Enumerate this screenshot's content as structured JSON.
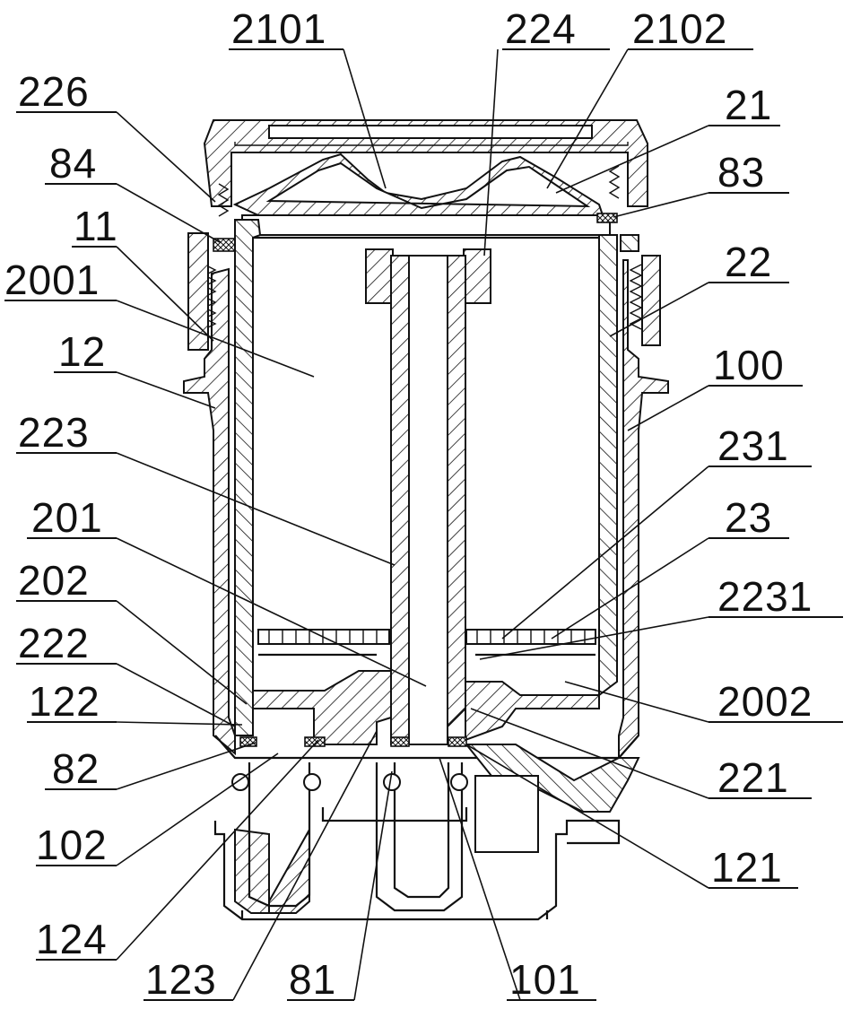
{
  "labels": [
    {
      "id": "2101",
      "text": "2101"
    },
    {
      "id": "224",
      "text": "224"
    },
    {
      "id": "2102",
      "text": "2102"
    },
    {
      "id": "226",
      "text": "226"
    },
    {
      "id": "21",
      "text": "21"
    },
    {
      "id": "84",
      "text": "84"
    },
    {
      "id": "83",
      "text": "83"
    },
    {
      "id": "11",
      "text": "11"
    },
    {
      "id": "2001",
      "text": "2001"
    },
    {
      "id": "22",
      "text": "22"
    },
    {
      "id": "12",
      "text": "12"
    },
    {
      "id": "100",
      "text": "100"
    },
    {
      "id": "223",
      "text": "223"
    },
    {
      "id": "231",
      "text": "231"
    },
    {
      "id": "201",
      "text": "201"
    },
    {
      "id": "23",
      "text": "23"
    },
    {
      "id": "202",
      "text": "202"
    },
    {
      "id": "2231",
      "text": "2231"
    },
    {
      "id": "222",
      "text": "222"
    },
    {
      "id": "122",
      "text": "122"
    },
    {
      "id": "2002",
      "text": "2002"
    },
    {
      "id": "82",
      "text": "82"
    },
    {
      "id": "221",
      "text": "221"
    },
    {
      "id": "102",
      "text": "102"
    },
    {
      "id": "121",
      "text": "121"
    },
    {
      "id": "124",
      "text": "124"
    },
    {
      "id": "123",
      "text": "123"
    },
    {
      "id": "81",
      "text": "81"
    },
    {
      "id": "101",
      "text": "101"
    }
  ]
}
